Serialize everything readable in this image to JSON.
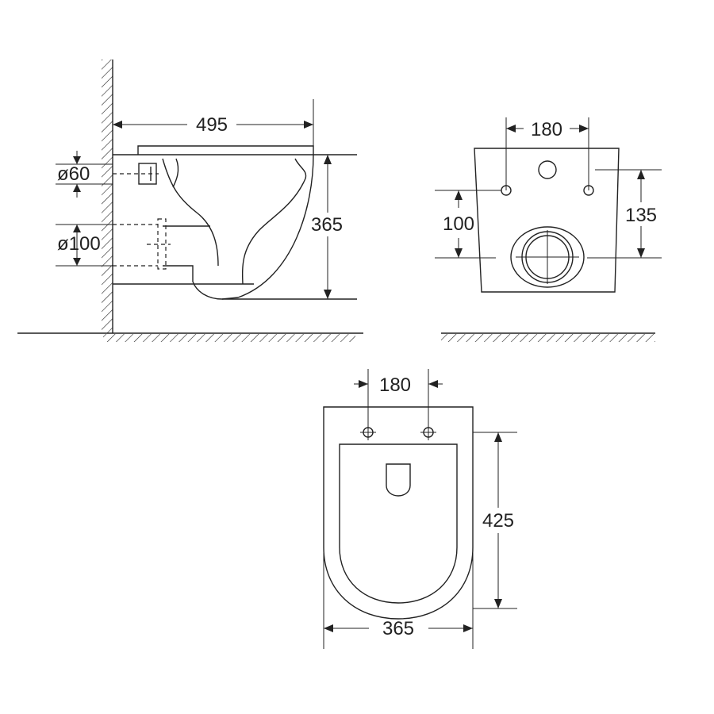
{
  "side_view": {
    "dim_length": "495",
    "dim_height": "365",
    "dim_inlet": "ø60",
    "dim_outlet": "ø100"
  },
  "rear_view": {
    "dim_bolt_spacing": "180",
    "dim_bolt_height": "100",
    "dim_outlet_height": "135"
  },
  "top_view": {
    "dim_bolt_spacing": "180",
    "dim_depth": "425",
    "dim_width": "365"
  }
}
